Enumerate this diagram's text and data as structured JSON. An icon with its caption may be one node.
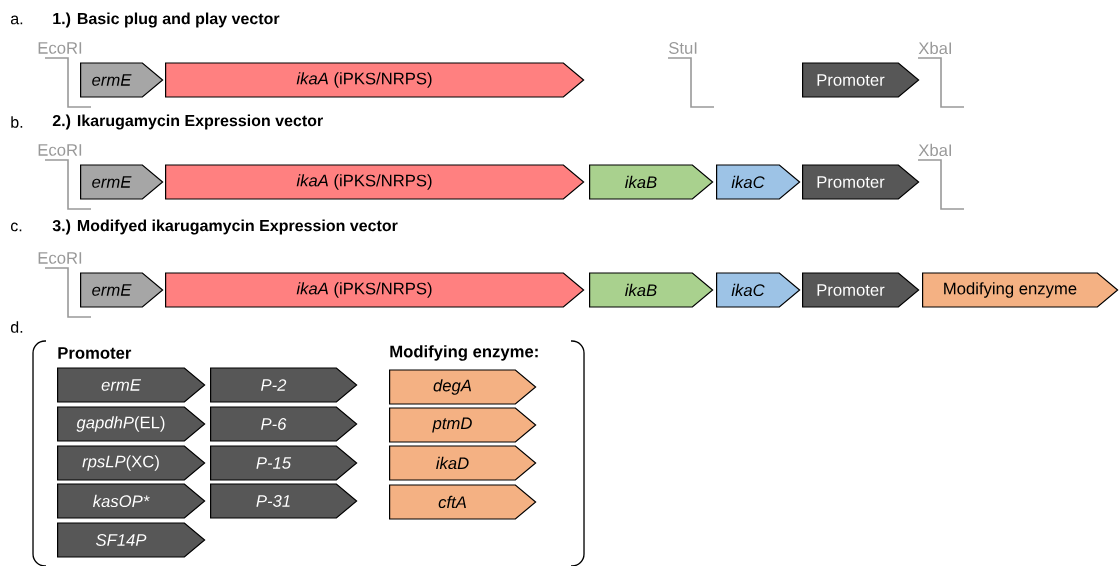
{
  "diagram": {
    "nodes": [
      {
        "text": [
          "ermE"
        ]
      },
      {
        "text": [
          "*ikaA* (iPKS/NRPS)"
        ]
      },
      {
        "text": [
          "Promoter"
        ]
      },
      {
        "text": [
          "ermE"
        ]
      },
      {
        "text": [
          "*ikaA* (iPKS/NRPS)"
        ]
      },
      {
        "text": [
          "ikaB"
        ]
      },
      {
        "text": [
          "ikaC"
        ]
      },
      {
        "text": [
          "Promoter"
        ]
      },
      {
        "text": [
          "ermE"
        ]
      },
      {
        "text": [
          "*ikaA* (iPKS/NRPS)"
        ]
      },
      {
        "text": [
          "ikaB"
        ]
      },
      {
        "text": [
          "ikaC"
        ]
      },
      {
        "text": [
          "Promoter"
        ]
      },
      {
        "text": [
          "Modifying enzyme"
        ]
      },
      {
        "text": [
          "ermE"
        ]
      },
      {
        "text": [
          "*gapdhP*(EL)"
        ]
      },
      {
        "text": [
          "*rpsLP*(XC)"
        ]
      },
      {
        "text": [
          "kasOP*"
        ]
      },
      {
        "text": [
          "SF14P"
        ]
      },
      {
        "text": [
          "P-2"
        ]
      },
      {
        "text": [
          "P-6"
        ]
      },
      {
        "text": [
          "P-15"
        ]
      },
      {
        "text": [
          "P-31"
        ]
      },
      {
        "text": [
          "degA"
        ]
      },
      {
        "text": [
          "ptmD"
        ]
      },
      {
        "text": [
          "ikaD"
        ]
      },
      {
        "text": [
          "cftA"
        ]
      }
    ],
    "edges": [],
    "labels": [
      "a.",
      "1.) Basic plug and play vector",
      "EcoRI",
      "StuI",
      "XbaI",
      "b.",
      "2.) Ikarugamycin Expression vector",
      "EcoRI",
      "XbaI",
      "c.",
      "3.) Modifyed ikarugamycin Expression vector",
      "EcoRI",
      "d.",
      "Promoter",
      "Modifying enzyme:"
    ]
  }
}
